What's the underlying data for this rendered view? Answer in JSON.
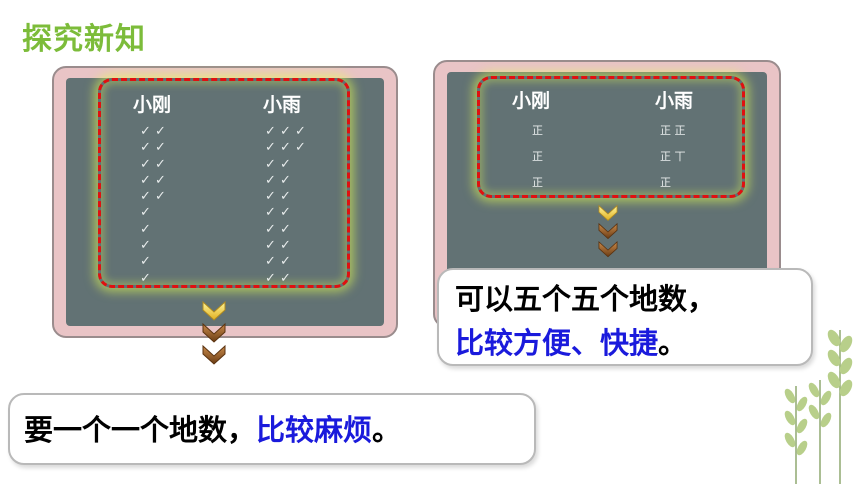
{
  "header": {
    "title": "探究新知"
  },
  "left_board": {
    "name_a": "小刚",
    "name_b": "小雨",
    "checks_a": [
      "✓ ✓",
      "✓ ✓",
      "✓ ✓",
      "✓ ✓",
      "✓ ✓",
      "✓",
      "✓",
      "✓",
      "✓",
      "✓"
    ],
    "checks_b": [
      "✓ ✓ ✓",
      "✓ ✓ ✓",
      "✓ ✓",
      "✓ ✓",
      "✓ ✓",
      "✓ ✓",
      "✓ ✓",
      "✓ ✓",
      "✓ ✓",
      "✓ ✓"
    ]
  },
  "right_board": {
    "name_a": "小刚",
    "name_b": "小雨",
    "tally_a": [
      "正",
      "正",
      "正"
    ],
    "tally_b": [
      "正 正",
      "正 丅",
      "正"
    ]
  },
  "bubbles": {
    "right_line1": "可以五个五个地数，",
    "right_line2_blue": "比较方便、快捷",
    "right_line2_end": "。",
    "left_start": "要一个一个地数，",
    "left_blue": "比较麻烦",
    "left_end": "。"
  },
  "colors": {
    "title": "#7cbc3a",
    "highlight": "#1a1adc",
    "dash": "#e01010",
    "slate": "#627274"
  }
}
